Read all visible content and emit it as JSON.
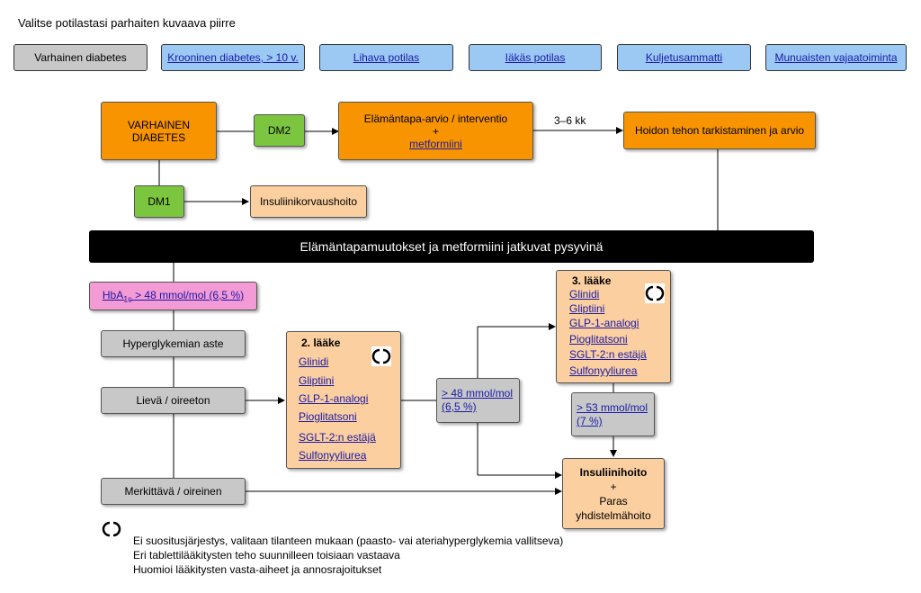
{
  "page_title": "Valitse potilastasi parhaiten kuvaava piirre",
  "tabs": [
    {
      "label": "Varhainen diabetes"
    },
    {
      "label": "Krooninen diabetes, > 10 v."
    },
    {
      "label": "Lihava potilas"
    },
    {
      "label": "Iäkäs potilas"
    },
    {
      "label": "Kuljetusammatti"
    },
    {
      "label": "Munuaisten vajaatoiminta"
    }
  ],
  "nodes": {
    "early_line1": "VARHAINEN",
    "early_line2": "DIABETES",
    "dm2": "DM2",
    "dm1": "DM1",
    "lifestyle_line1": "Elämäntapa-arvio / interventio",
    "lifestyle_plus": "+",
    "metformin": "metformiini",
    "interval": "3–6 kk",
    "evaluation": "Hoidon tehon tarkistaminen ja arvio",
    "insulin_replacement": "Insuliinikorvaushoito",
    "banner": "Elämäntapamuutokset ja metformiini jatkuvat pysyvinä",
    "hba1c_prefix": "HbA",
    "hba1c_sub": "1c",
    "hba1c_value": " > 48 mmol/mol (6,5 %)",
    "hyperglycemia": "Hyperglykemian aste",
    "mild": "Lievä / oireeton",
    "significant": "Merkittävä / oireinen",
    "threshold48_line1": "> 48 mmol/mol",
    "threshold48_line2": "(6,5 %)",
    "threshold53_line1": "> 53 mmol/mol",
    "threshold53_line2": "(7 %)",
    "insulin_title": "Insuliinihoito",
    "insulin_plus": "+",
    "insulin_line2": "Paras",
    "insulin_line3": "yhdistelmähoito"
  },
  "drug2": {
    "header": "2. lääke",
    "items": [
      "Glinidi",
      "Gliptiini",
      "GLP-1-analogi",
      "Pioglitatsoni",
      "SGLT-2:n estäjä",
      "Sulfonyyliurea"
    ]
  },
  "drug3": {
    "header": "3. lääke",
    "items": [
      "Glinidi",
      "Gliptiini",
      "GLP-1-analogi",
      "Pioglitatsoni",
      "SGLT-2:n estäjä",
      "Sulfonyyliurea"
    ]
  },
  "notes": [
    "Ei suositusjärjestys, valitaan tilanteen mukaan (paasto- vai ateriahyperglykemia vallitseva)",
    "Eri tablettilääkitysten teho suunnilleen toisiaan vastaava",
    "Huomioi lääkitysten vasta-aiheet ja annosrajoitukset"
  ],
  "colors": {
    "orange": "#f89400",
    "green": "#7cc63f",
    "peach": "#fbcf9f",
    "gray": "#c8c8c8",
    "blue_tab": "#9cc8f4",
    "pink": "#f49ad4",
    "link": "#1a1aa8"
  }
}
